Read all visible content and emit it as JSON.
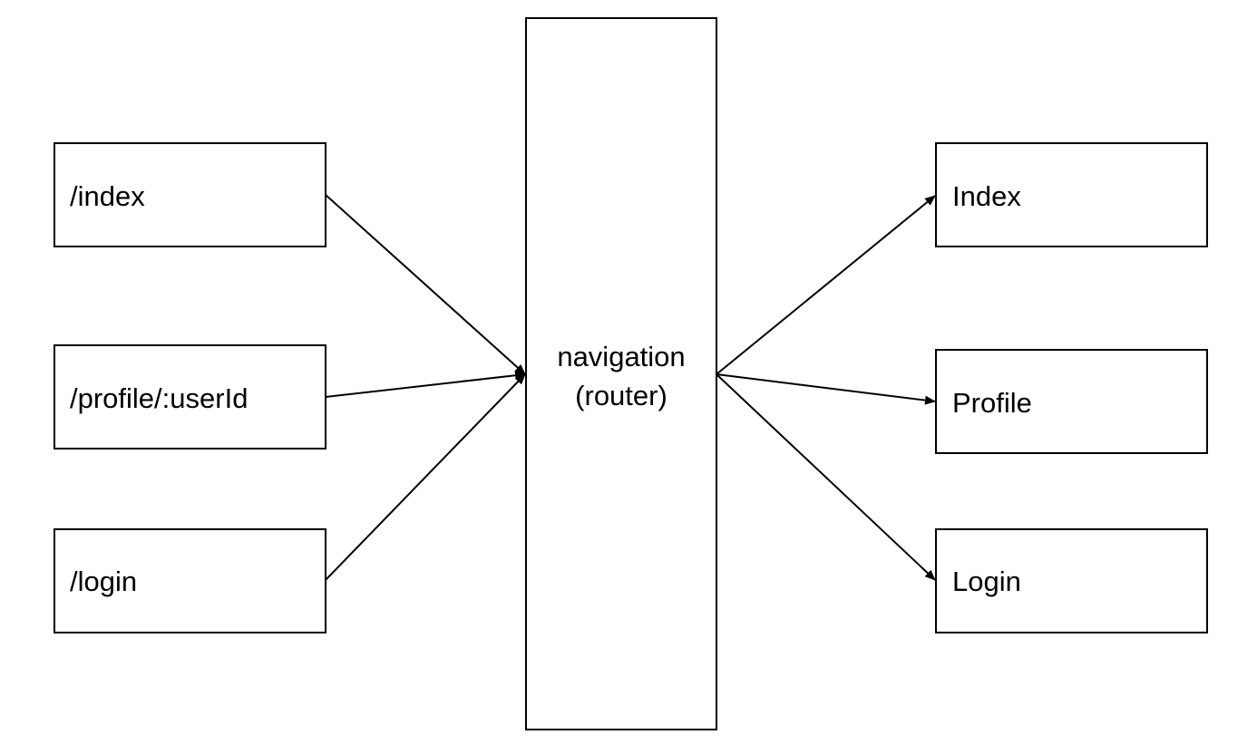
{
  "diagram": {
    "routes": [
      {
        "id": "index",
        "label": "/index"
      },
      {
        "id": "profile",
        "label": "/profile/:userId"
      },
      {
        "id": "login",
        "label": "/login"
      }
    ],
    "router": {
      "line1": "navigation",
      "line2": "(router)"
    },
    "screens": [
      {
        "id": "index",
        "label": "Index"
      },
      {
        "id": "profile",
        "label": "Profile"
      },
      {
        "id": "login",
        "label": "Login"
      }
    ],
    "edges": [
      {
        "from": "route:index",
        "to": "router"
      },
      {
        "from": "route:profile",
        "to": "router"
      },
      {
        "from": "route:login",
        "to": "router"
      },
      {
        "from": "router",
        "to": "screen:index"
      },
      {
        "from": "router",
        "to": "screen:profile"
      },
      {
        "from": "router",
        "to": "screen:login"
      }
    ],
    "colors": {
      "stroke": "#000000",
      "fill": "#ffffff",
      "text": "#000000"
    }
  }
}
